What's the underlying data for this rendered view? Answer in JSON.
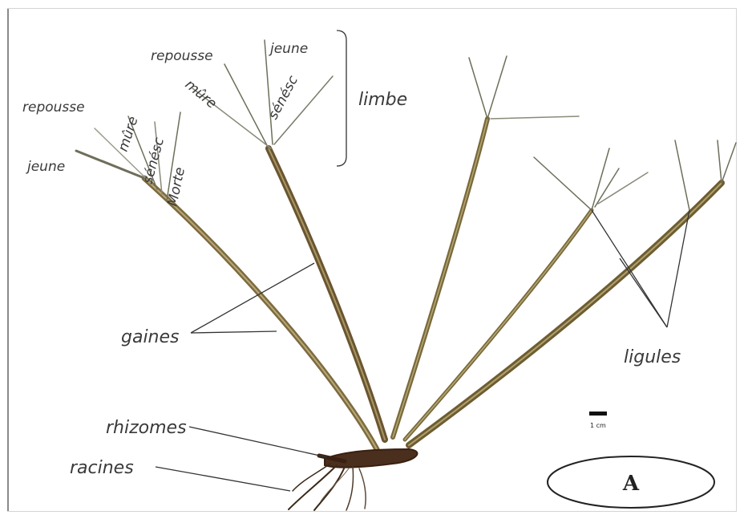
{
  "labels": {
    "limbe": "limbe",
    "jeune_top": "jeune",
    "repousse_top": "repousse",
    "mure_top": "mûre",
    "senesc_top": "sénésc",
    "repousse_left": "repousse",
    "mure_left": "mûre",
    "senesc_left": "sénésc",
    "jeune_left": "jeune",
    "morte_left": "Morte",
    "gaines": "gaines",
    "ligules": "ligules",
    "rhizomes": "rhizomes",
    "racines": "racines",
    "scale": "1 cm",
    "badge": "A"
  },
  "colors": {
    "stem": "#8c7a4a",
    "stem_dark": "#5a4a2a",
    "rhizome": "#4a2e1e",
    "leader": "#333333",
    "label": "#3a3a3a"
  }
}
